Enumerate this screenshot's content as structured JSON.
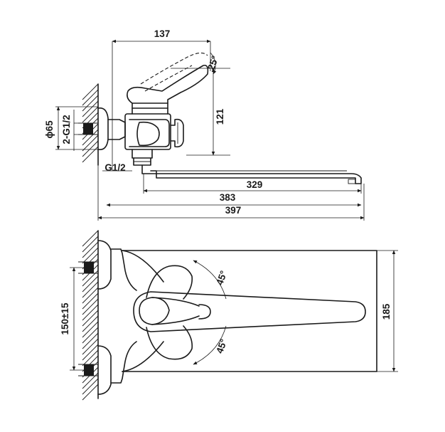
{
  "side_view": {
    "dim_total_height": "137",
    "dim_angle": "25°",
    "dim_body_height": "121",
    "dim_diameter": "ϕ65",
    "dim_inlet_thread": "2-G1/2",
    "dim_outlet_thread": "G1/2",
    "dim_spout_329": "329",
    "dim_spout_383": "383",
    "dim_spout_397": "397"
  },
  "top_view": {
    "dim_angle_top": "45°",
    "dim_angle_bottom": "45°",
    "dim_inlet_spacing": "150±15",
    "dim_width": "185"
  }
}
